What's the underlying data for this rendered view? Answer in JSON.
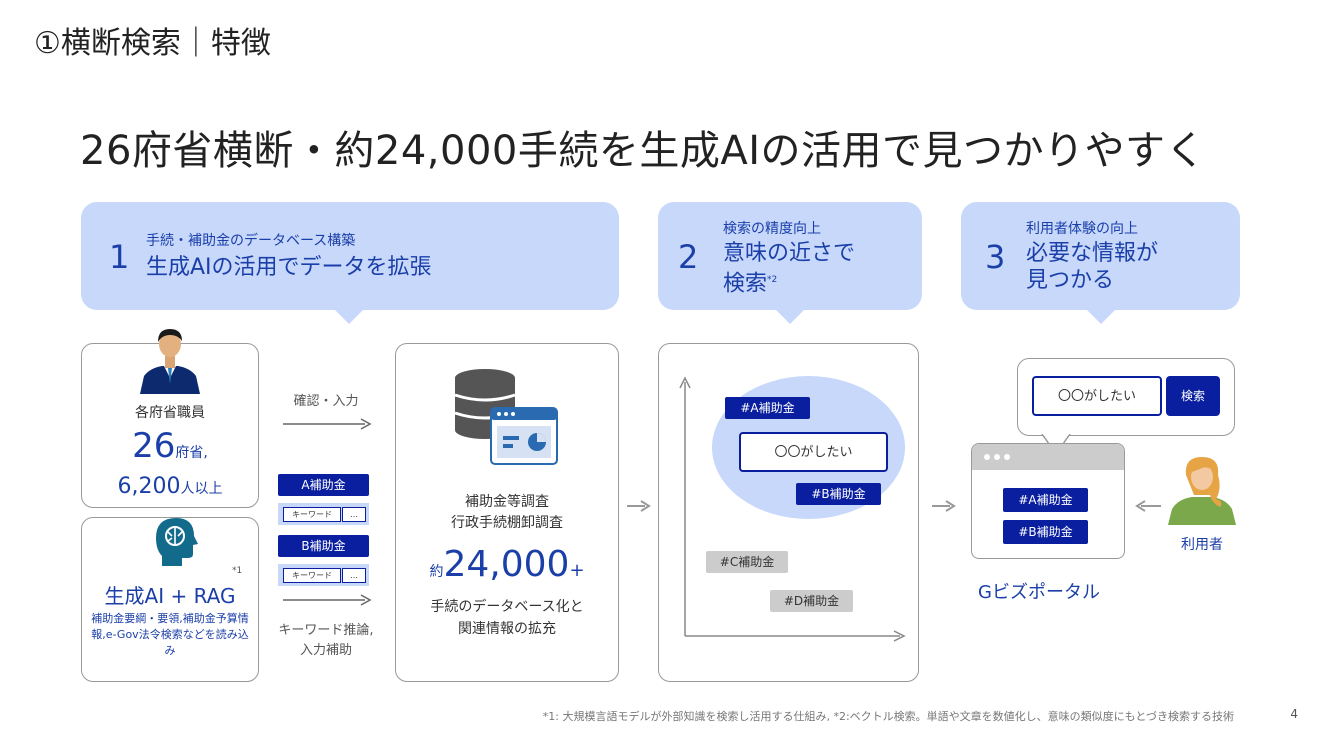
{
  "slide_title": "①横断検索｜特徴",
  "headline": "26府省横断・約24,000手続を生成AIの活用で見つかりやすく",
  "bubbles": [
    {
      "num": "1",
      "small": "手続・補助金のデータベース構築",
      "big1": "生成AIの活用でデータを拡張",
      "big2": ""
    },
    {
      "num": "2",
      "small": "検索の精度向上",
      "big1": "意味の近さで",
      "big2": "検索",
      "sup": "*2"
    },
    {
      "num": "3",
      "small": "利用者体験の向上",
      "big1": "必要な情報が",
      "big2": "見つかる"
    }
  ],
  "staff": {
    "label": "各府省職員",
    "num1": "26",
    "unit1": "府省,",
    "num2": "6,200",
    "unit2": "人以上"
  },
  "ai": {
    "title": "生成AI + RAG",
    "sup": "*1",
    "desc": "補助金要綱・要領,補助金予算情報,e-Gov法令検索などを読み込み"
  },
  "flow": {
    "confirm_label": "確認・入力",
    "keyword_label_1": "キーワード推論,",
    "keyword_label_2": "入力補助",
    "chip_a": "A補助金",
    "chip_b": "B補助金",
    "keyword": "キーワード",
    "ellipsis": "…"
  },
  "database": {
    "line1": "補助金等調査",
    "line2": "行政手続棚卸調査",
    "prefix": "約",
    "count": "24,000",
    "plus": "+",
    "desc1": "手続のデータベース化と",
    "desc2": "関連情報の拡充"
  },
  "semantic": {
    "a": "#A補助金",
    "query": "〇〇がしたい",
    "b": "#B補助金",
    "c": "#C補助金",
    "d": "#D補助金"
  },
  "portal": {
    "query": "〇〇がしたい",
    "search": "検索",
    "a": "#A補助金",
    "b": "#B補助金",
    "name": "Gビズポータル",
    "user": "利用者"
  },
  "footnote": "*1: 大規模言語モデルが外部知識を検索し活用する仕組み, *2:ベクトル検索。単語や文章を数値化し、意味の類似度にもとづき検索する技術",
  "page_number": "4",
  "colors": {
    "accent": "#1b3fa8",
    "bubble": "#c7d8fb",
    "chip_dark": "#0a1fa0",
    "chip_gray": "#cccccc"
  }
}
